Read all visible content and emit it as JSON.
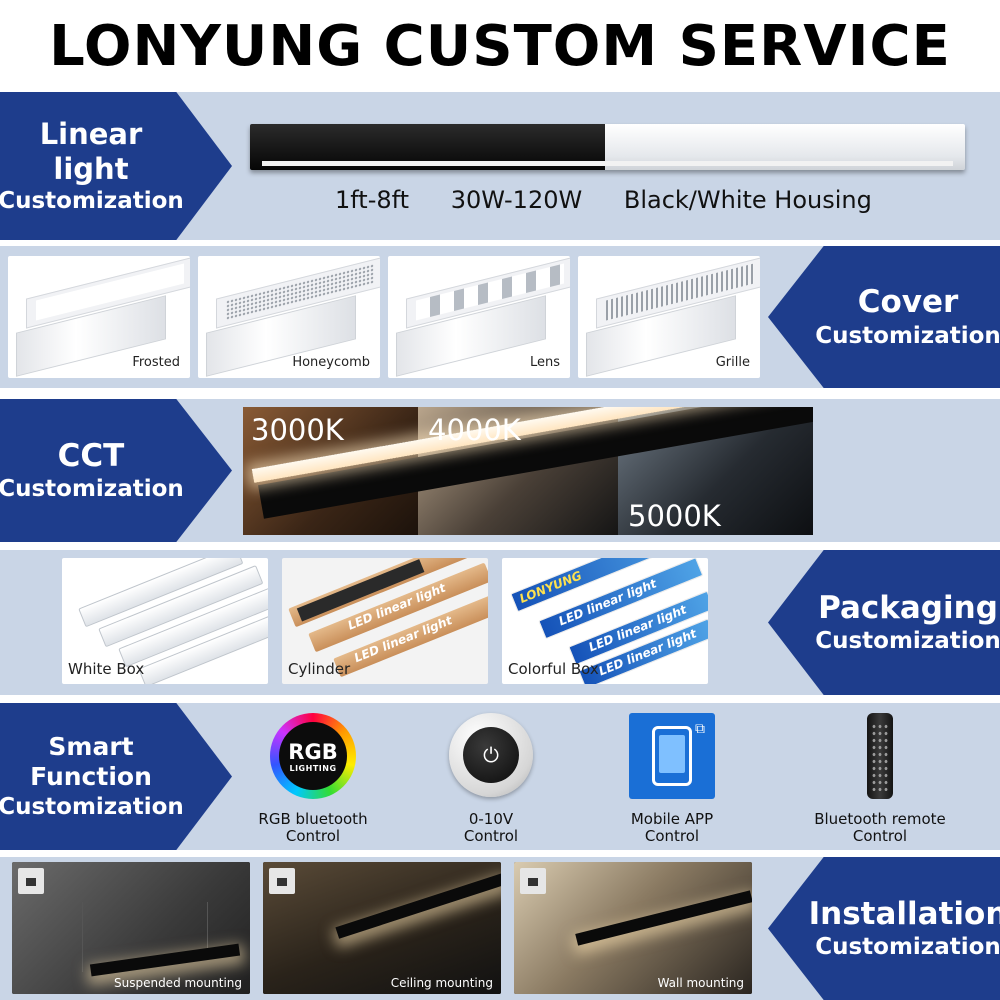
{
  "title": "LONYUNG CUSTOM SERVICE",
  "sections": {
    "linear": {
      "line1": "Linear light",
      "line2": "Customization",
      "specs": [
        "1ft-8ft",
        "30W-120W",
        "Black/White Housing"
      ]
    },
    "cover": {
      "line1": "Cover",
      "line2": "Customization",
      "items": [
        "Frosted",
        "Honeycomb",
        "Lens",
        "Grille"
      ]
    },
    "cct": {
      "line1": "CCT",
      "line2": "Customization",
      "temps": [
        "3000K",
        "4000K",
        "5000K"
      ]
    },
    "packaging": {
      "line1": "Packaging",
      "line2": "Customization",
      "items": [
        "White Box",
        "Cylinder",
        "Colorful Box"
      ],
      "box_print": "LED linear light",
      "brand_print": "LONYUNG"
    },
    "smart": {
      "line1": "Smart Function",
      "line2": "Customization",
      "rgb_badge": "RGB",
      "rgb_badge_sub": "LIGHTING",
      "items": [
        {
          "line1": "RGB bluetooth",
          "line2": "Control"
        },
        {
          "line1": "0-10V",
          "line2": "Control"
        },
        {
          "line1": "Mobile APP",
          "line2": "Control"
        },
        {
          "line1": "Bluetooth remote",
          "line2": "Control"
        }
      ]
    },
    "installation": {
      "line1": "Installation",
      "line2": "Customization",
      "items": [
        "Suspended mounting",
        "Ceiling mounting",
        "Wall mounting"
      ]
    }
  },
  "colors": {
    "band_bg": "#c9d5e6",
    "tag_blue": "#1e3d8c",
    "app_blue": "#1a6fd6"
  },
  "icons": [
    "power-icon",
    "wifi-icon",
    "phone-icon",
    "remote-icon",
    "rgb-icon",
    "dial-icon"
  ]
}
